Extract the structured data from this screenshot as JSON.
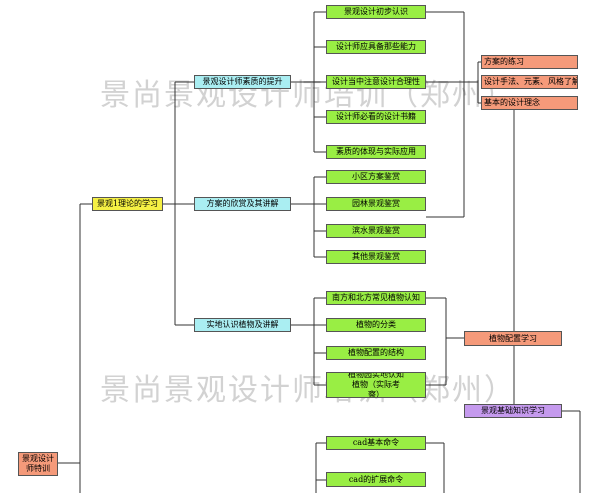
{
  "watermarks": [
    "景尚景观设计师培训（郑州）",
    "景尚景观设计师培训（郑州）"
  ],
  "nodes": {
    "root": "景观设计师特训",
    "theory": "景观1理论的学习",
    "branch_quality": "景观设计师素质的提升",
    "branch_appreciation": "方案的欣赏及其讲解",
    "branch_plants": "实地认识植物及讲解",
    "q1": "景观设计初步认识",
    "q2": "设计师应具备那些能力",
    "q3": "设计当中注意设计合理性",
    "q4": "设计师必看的设计书籍",
    "q5": "素质的体现与实际应用",
    "a1": "小区方案鉴赏",
    "a2": "园林景观鉴赏",
    "a3": "滨水景观鉴赏",
    "a4": "其他景观鉴赏",
    "p1": "南方和北方常见植物认知",
    "p2": "植物的分类",
    "p3": "植物配置的结构",
    "p4": "植物园实地认知植物（实际考察）",
    "r1": "方案的练习",
    "r2": "设计手法、元素、风格了解",
    "r3": "基本的设计理念",
    "plant_config": "植物配置学习",
    "basics": "景观基础知识学习",
    "c1": "cad基本命令",
    "c2": "cad的扩展命令"
  },
  "colors": {
    "green": "#99ee44",
    "cyan": "#aaeef2",
    "yellow": "#f5f044",
    "salmon": "#f59a7a",
    "purple": "#c59aee"
  }
}
